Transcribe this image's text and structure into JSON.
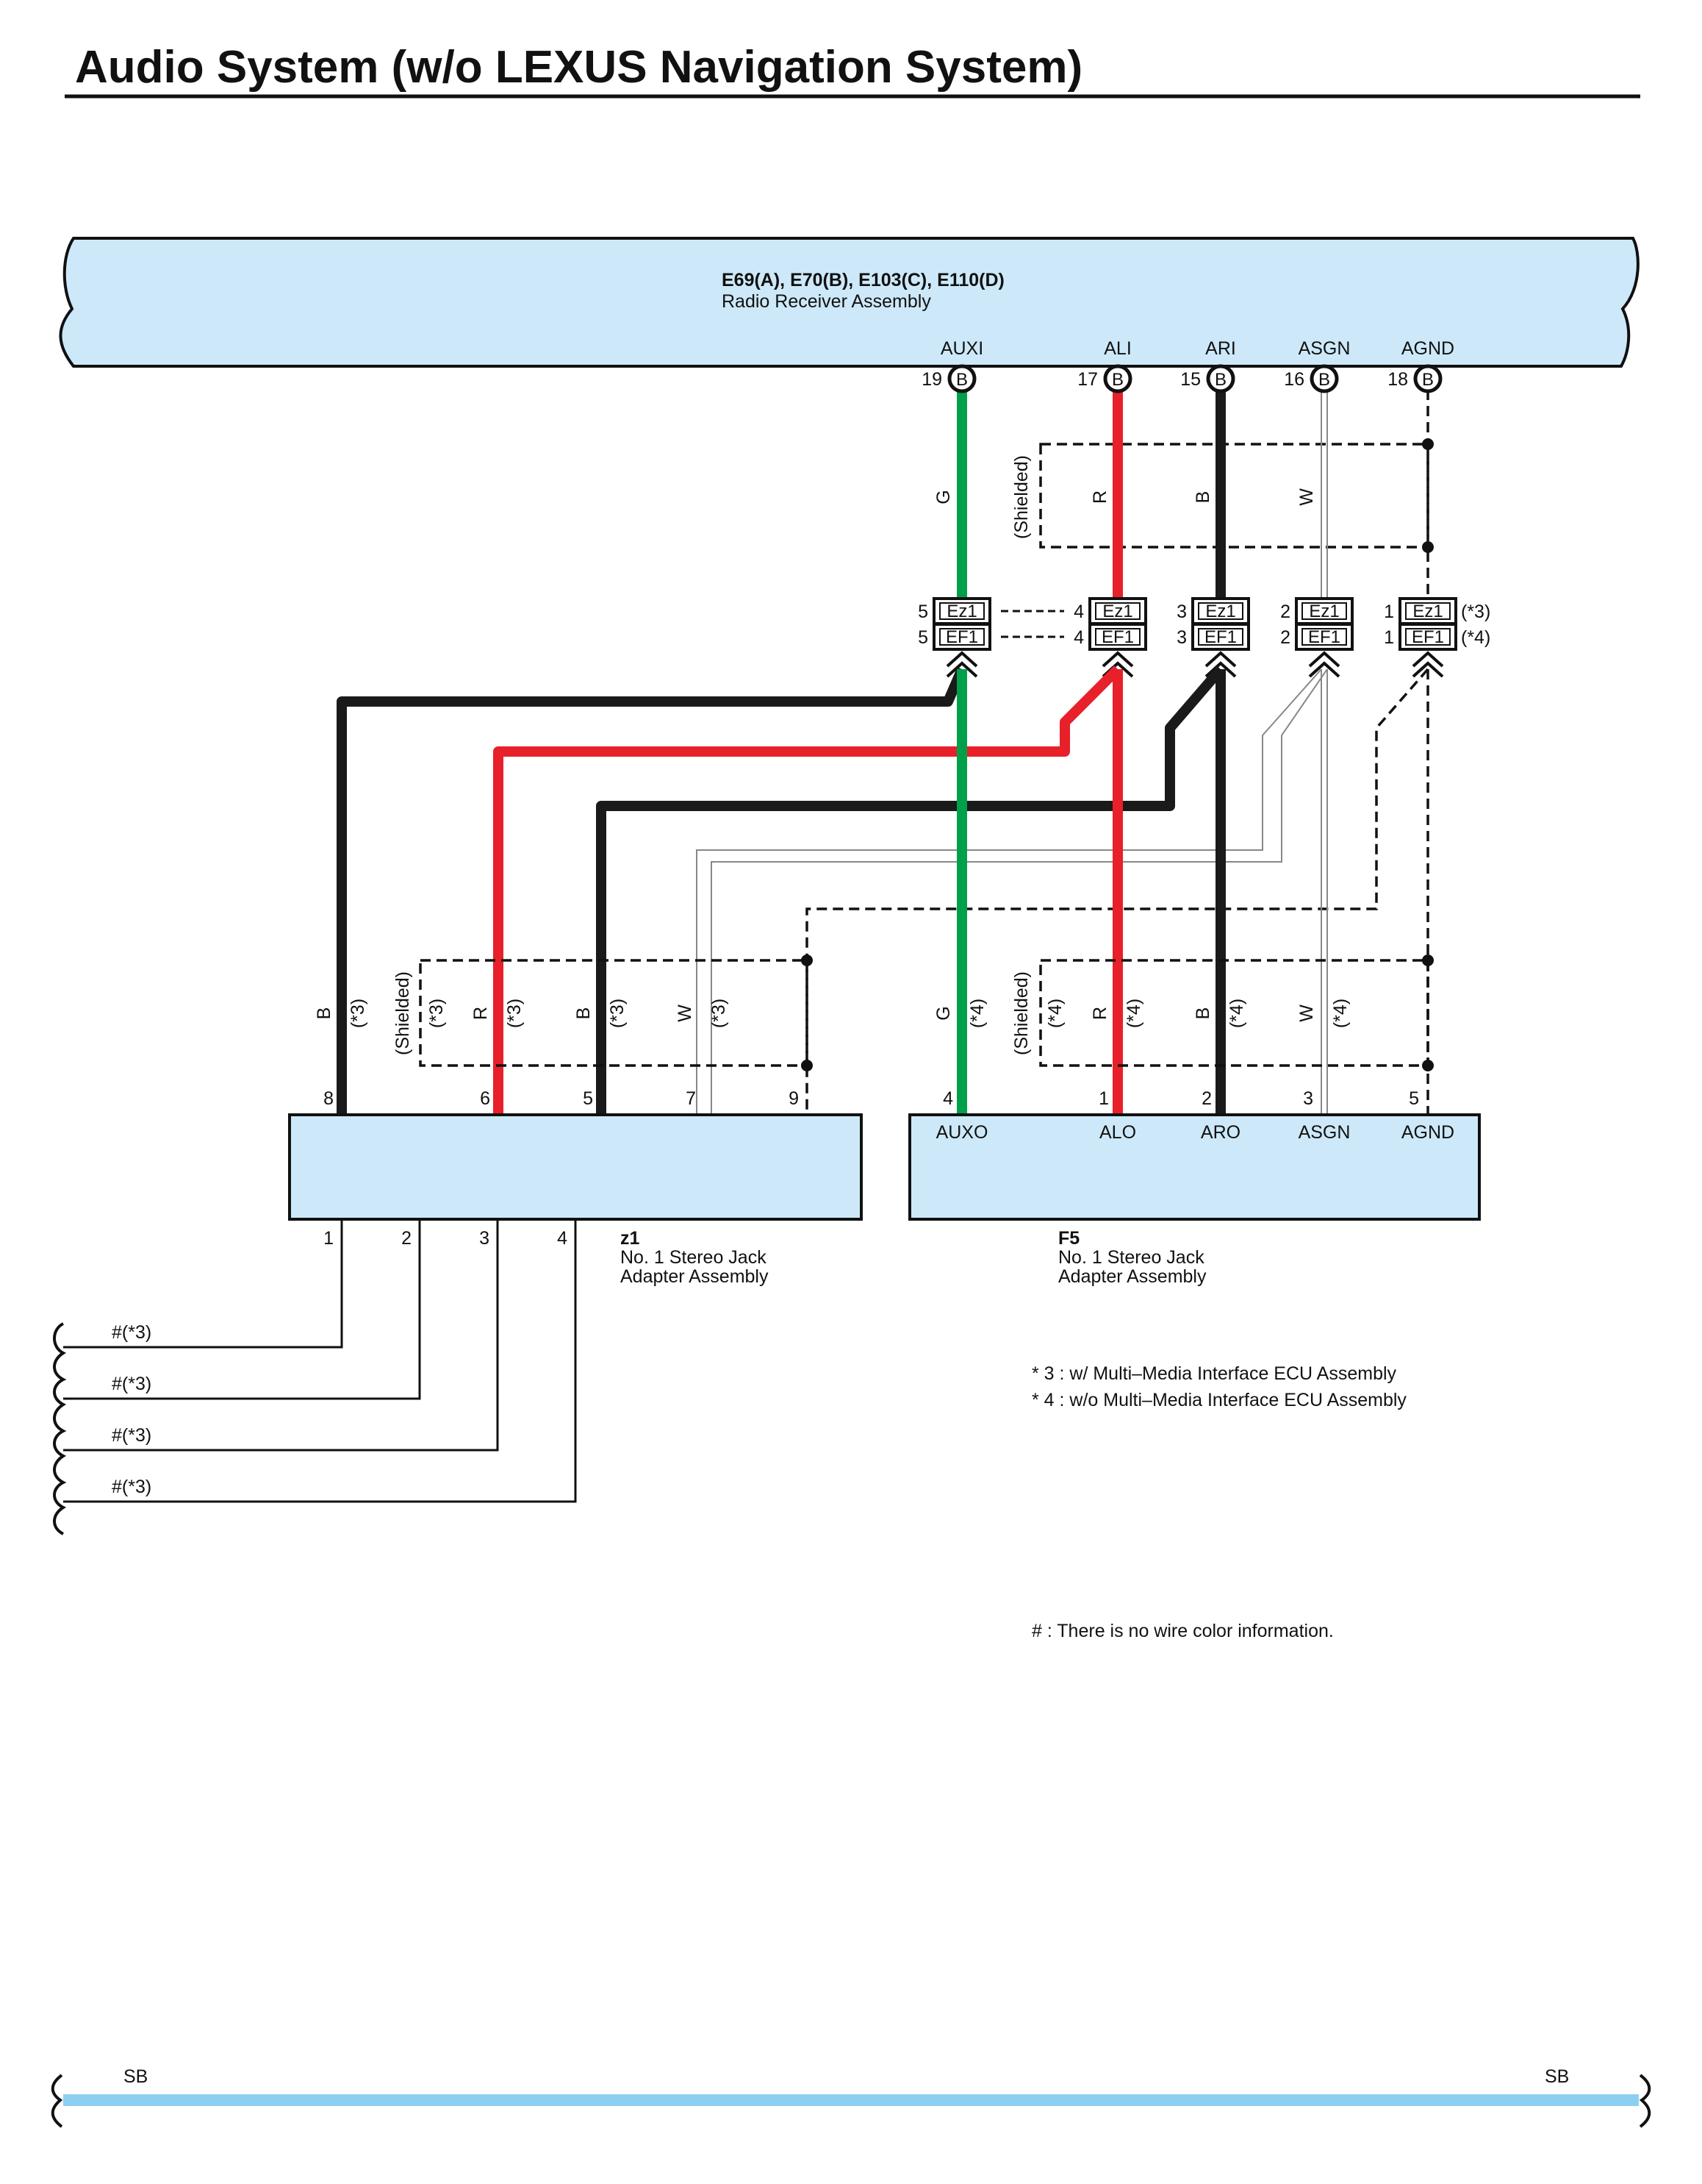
{
  "title": "Audio System (w/o LEXUS Navigation System)",
  "radio": {
    "connectors": "E69(A), E70(B), E103(C), E110(D)",
    "name": "Radio Receiver Assembly",
    "terminals": [
      {
        "name": "AUXI",
        "pin": "19",
        "conn": "B"
      },
      {
        "name": "ALI",
        "pin": "17",
        "conn": "B"
      },
      {
        "name": "ARI",
        "pin": "15",
        "conn": "B"
      },
      {
        "name": "ASGN",
        "pin": "16",
        "conn": "B"
      },
      {
        "name": "AGND",
        "pin": "18",
        "conn": "B"
      }
    ]
  },
  "upper_wires": {
    "colors": [
      "G",
      "R",
      "B",
      "W"
    ],
    "shielded": "(Shielded)"
  },
  "junctions": {
    "rows": [
      {
        "code": "Ez1",
        "pins": [
          "5",
          "4",
          "3",
          "2",
          "1"
        ],
        "note": "(*3)"
      },
      {
        "code": "EF1",
        "pins": [
          "5",
          "4",
          "3",
          "2",
          "1"
        ],
        "note": "(*4)"
      }
    ]
  },
  "z1": {
    "code": "z1",
    "name_line1": "No. 1 Stereo Jack",
    "name_line2": "Adapter Assembly",
    "top_pins": [
      "8",
      "6",
      "5",
      "7",
      "9"
    ],
    "bottom_pins": [
      "1",
      "2",
      "3",
      "4"
    ],
    "wire_labels": [
      {
        "color": "B",
        "note": "(*3)"
      },
      {
        "color": "(Shielded)",
        "note": "(*3)"
      },
      {
        "color": "R",
        "note": "(*3)"
      },
      {
        "color": "B",
        "note": "(*3)"
      },
      {
        "color": "W",
        "note": "(*3)"
      }
    ],
    "outputs": [
      "#(*3)",
      "#(*3)",
      "#(*3)",
      "#(*3)"
    ]
  },
  "f5": {
    "code": "F5",
    "name_line1": "No. 1 Stereo Jack",
    "name_line2": "Adapter Assembly",
    "pins": [
      "4",
      "1",
      "2",
      "3",
      "5"
    ],
    "terminals": [
      "AUXO",
      "ALO",
      "ARO",
      "ASGN",
      "AGND"
    ],
    "wire_labels": [
      {
        "color": "G",
        "note": "(*4)"
      },
      {
        "color": "(Shielded)",
        "note": "(*4)"
      },
      {
        "color": "R",
        "note": "(*4)"
      },
      {
        "color": "B",
        "note": "(*4)"
      },
      {
        "color": "W",
        "note": "(*4)"
      }
    ]
  },
  "notes": {
    "n3": "* 3 : w/ Multi–Media Interface ECU Assembly",
    "n4": "* 4 : w/o Multi–Media Interface ECU Assembly",
    "hash": "# : There is no wire color information."
  },
  "footer": {
    "left": "SB",
    "right": "SB"
  },
  "colors": {
    "component_fill": "#cde9f9",
    "green_wire": "#00a04a",
    "red_wire": "#e8202a",
    "black_wire": "#1a1a1a",
    "footer_bar": "#8dcff0"
  }
}
